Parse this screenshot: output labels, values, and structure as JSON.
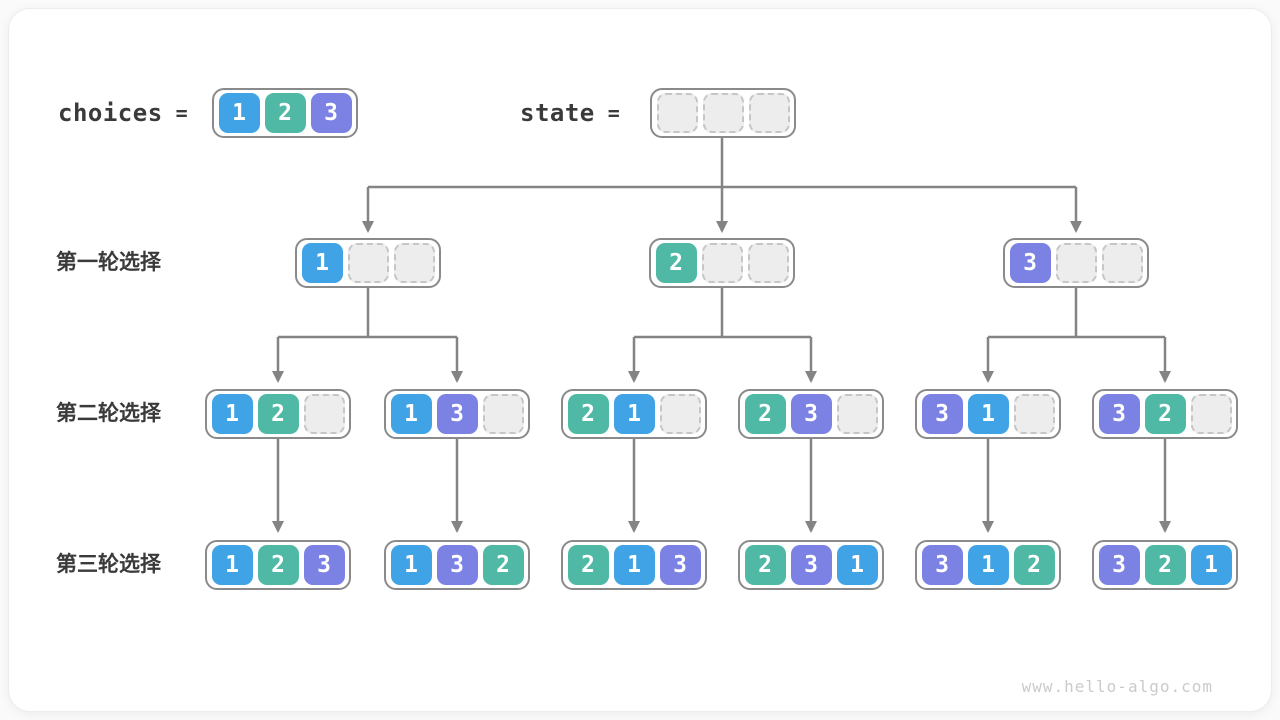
{
  "colors": {
    "choice1": "#3fa3e5",
    "choice2": "#4fb9a6",
    "choice3": "#7b82e4",
    "empty_fill": "#ededed",
    "empty_border": "#c6c6c6",
    "container_border": "#8a8a8a",
    "line": "#848484",
    "text": "#3a3a3a",
    "watermark": "#cbcbcb"
  },
  "header": {
    "choices_label": "choices",
    "equals": "=",
    "choices": [
      "1",
      "2",
      "3"
    ],
    "state_label": "state",
    "state": [
      "",
      "",
      ""
    ]
  },
  "rows": [
    {
      "label": "第一轮选择",
      "nodes": [
        [
          "1",
          "",
          ""
        ],
        [
          "2",
          "",
          ""
        ],
        [
          "3",
          "",
          ""
        ]
      ]
    },
    {
      "label": "第二轮选择",
      "nodes": [
        [
          "1",
          "2",
          ""
        ],
        [
          "1",
          "3",
          ""
        ],
        [
          "2",
          "1",
          ""
        ],
        [
          "2",
          "3",
          ""
        ],
        [
          "3",
          "1",
          ""
        ],
        [
          "3",
          "2",
          ""
        ]
      ]
    },
    {
      "label": "第三轮选择",
      "nodes": [
        [
          "1",
          "2",
          "3"
        ],
        [
          "1",
          "3",
          "2"
        ],
        [
          "2",
          "1",
          "3"
        ],
        [
          "2",
          "3",
          "1"
        ],
        [
          "3",
          "1",
          "2"
        ],
        [
          "3",
          "2",
          "1"
        ]
      ]
    }
  ],
  "footer": {
    "watermark": "www.hello-algo.com"
  }
}
